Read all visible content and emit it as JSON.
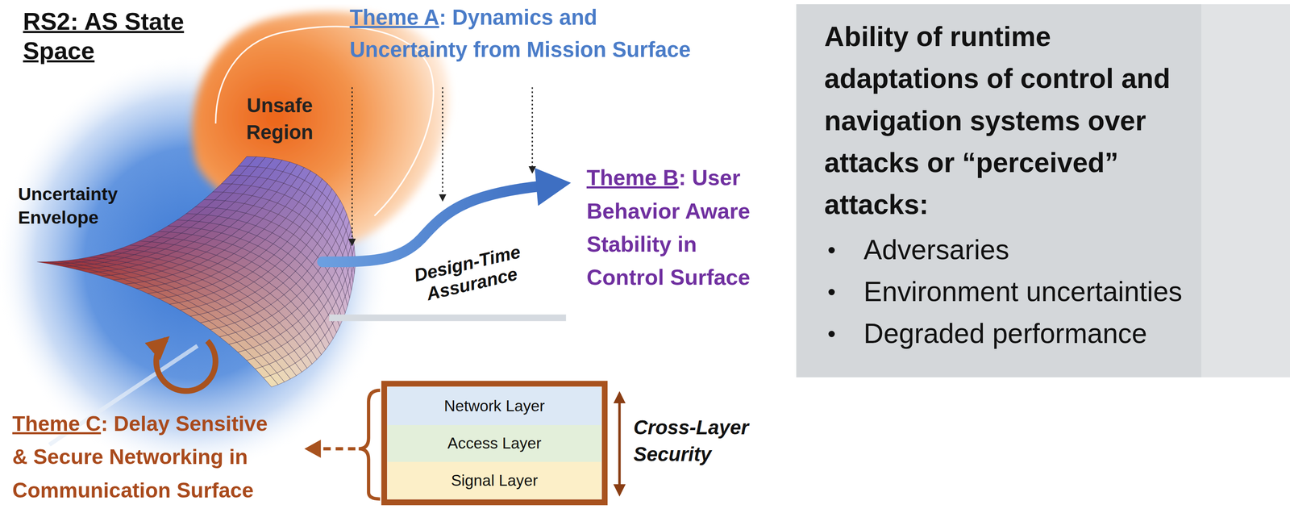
{
  "diagram": {
    "nodes": [
      {
        "text": [
          "Ability of runtime adaptations of control and navigation systems over attacks or “perceived” attacks:",
          "Adversaries",
          "Environment uncertainties",
          "Degraded performance"
        ]
      },
      {
        "text": [
          "Unsafe Region"
        ]
      },
      {
        "text": [
          "Network Layer"
        ]
      },
      {
        "text": [
          "Access Layer"
        ]
      },
      {
        "text": [
          "Signal Layer"
        ]
      }
    ],
    "labels": [
      "RS2: AS State Space",
      "Theme A",
      ": Dynamics and Uncertainty from Mission Surface",
      "Uncertainty Envelope",
      "Design-Time Assurance",
      "Theme B",
      ": User Behavior Aware Stability in Control Surface",
      "Theme C",
      ": Delay Sensitive & Secure Networking in Communication Surface",
      "Cross-Layer Security"
    ]
  }
}
